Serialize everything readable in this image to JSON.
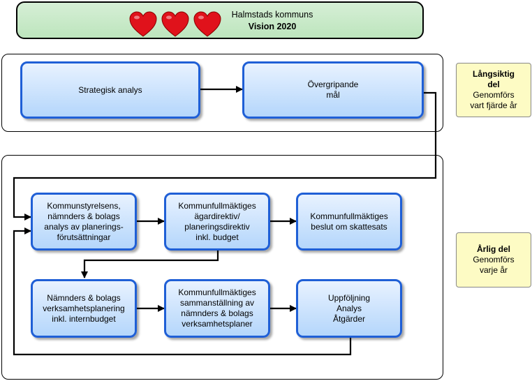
{
  "banner": {
    "title": "Halmstads kommuns",
    "subtitle": "Vision 2020",
    "heart_icons": [
      "heart-icon",
      "heart-icon",
      "heart-icon"
    ],
    "heart_color": "#e0121b",
    "background": "#c7e9c7"
  },
  "long_term": {
    "boxes": [
      {
        "label": "Strategisk analys"
      },
      {
        "label": "Övergripande\nmål"
      }
    ],
    "side_label": {
      "title": "Långsiktig del",
      "line1": "Genomförs",
      "line2": "vart fjärde år"
    }
  },
  "annual": {
    "boxes": [
      {
        "label": "Kommunstyrelsens,\nnämnders & bolags\nanalys av planerings-\nförutsättningar"
      },
      {
        "label": "Kommunfullmäktiges\nägardirektiv/\nplaneringsdirektiv\ninkl. budget"
      },
      {
        "label": "Kommunfullmäktiges\nbeslut om skattesats"
      },
      {
        "label": "Nämnders & bolags\nverksamhetsplanering\ninkl. internbudget"
      },
      {
        "label": "Kommunfullmäktiges\nsammanställning av\nnämnders & bolags\nverksamhetsplaner"
      },
      {
        "label": "Uppföljning\nAnalys\nÅtgärder"
      }
    ],
    "side_label": {
      "title": "Årlig del",
      "line1": "Genomförs",
      "line2": "varje år"
    }
  },
  "colors": {
    "box_border": "#1f5fd6",
    "box_fill": "#cfe4fd",
    "side_fill": "#fdfbc4"
  }
}
